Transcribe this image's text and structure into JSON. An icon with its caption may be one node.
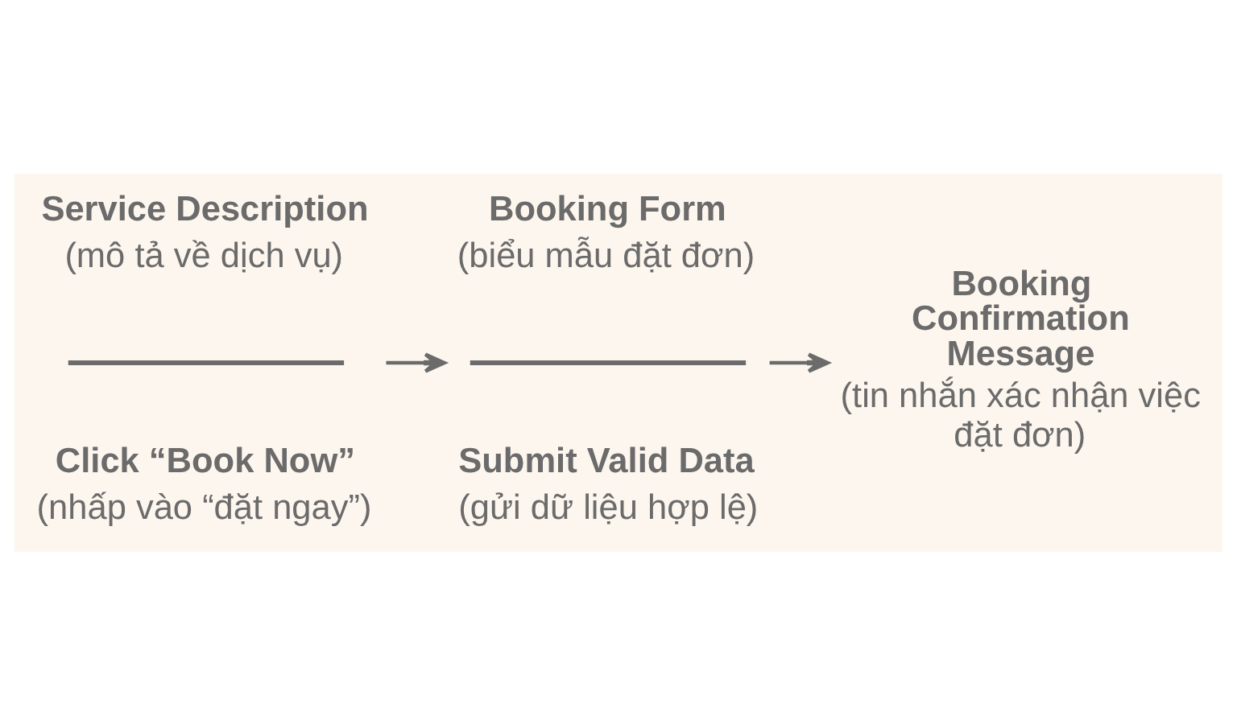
{
  "diagram": {
    "nodes": [
      {
        "text": [
          "Service Description",
          "(mô tả về dịch vụ)",
          "Click “Book Now”",
          "(nhấp vào “đặt ngay”)"
        ]
      },
      {
        "text": [
          "Booking Form",
          "(biểu mẫu đặt đơn)",
          "Submit Valid Data",
          "(gửi dữ liệu hợp lệ)"
        ]
      },
      {
        "text": [
          "Booking Confirmation Message",
          "(tin nhắn xác nhận việc đặt đơn)"
        ]
      }
    ],
    "edges": [
      {
        "from": 0,
        "to": 1,
        "arrow": "to"
      },
      {
        "from": 1,
        "to": 2,
        "arrow": "to"
      }
    ]
  }
}
